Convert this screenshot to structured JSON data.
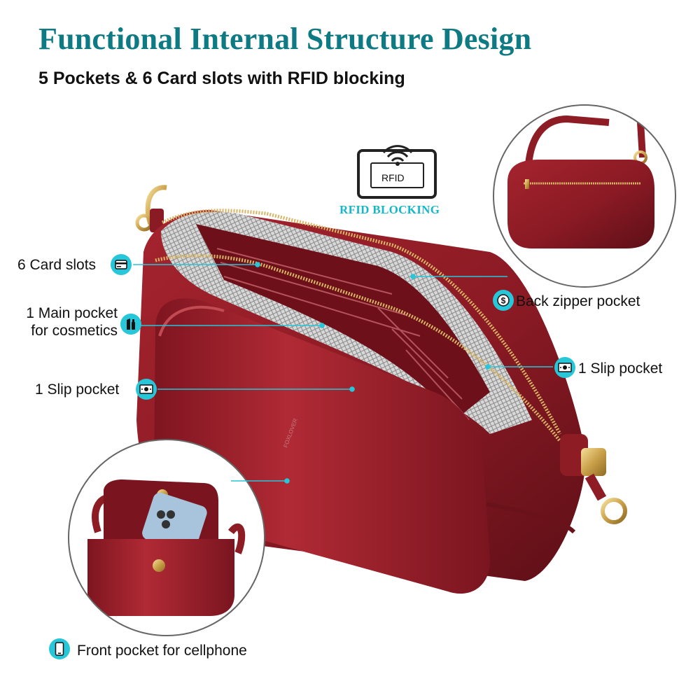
{
  "header": {
    "title": "Functional Internal Structure Design",
    "subtitle": "5 Pockets & 6 Card slots with RFID blocking"
  },
  "rfid": {
    "badge_text": "RFID",
    "caption": "RFID BLOCKING"
  },
  "callouts": {
    "card_slots": "6 Card slots",
    "main_pocket_line1": "1 Main pocket",
    "main_pocket_line2": "for cosmetics",
    "slip_pocket_left": "1 Slip pocket",
    "back_zipper": "Back zipper pocket",
    "slip_pocket_right": "1 Slip pocket",
    "front_pocket": "Front pocket for cellphone"
  },
  "colors": {
    "title": "#0e7a83",
    "accent": "#27c6d8",
    "leather": "#8e1c25",
    "leader_line": "#27c6d8"
  },
  "icons": [
    "card-icon",
    "lipstick-icon",
    "cash-icon",
    "dollar-icon",
    "phone-icon",
    "rfid-wifi-icon"
  ]
}
